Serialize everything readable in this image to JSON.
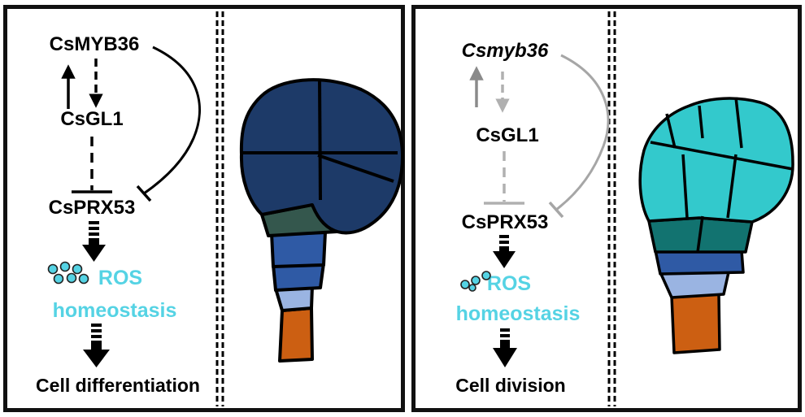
{
  "left": {
    "gene_top": "CsMYB36",
    "gene_mid": "CsGL1",
    "gene_low": "CsPRX53",
    "ros_line1": "ROS",
    "ros_line2": "homeostasis",
    "outcome": "Cell differentiation"
  },
  "right": {
    "gene_top": "Csmyb36",
    "gene_mid": "CsGL1",
    "gene_low": "CsPRX53",
    "ros_line1": "ROS",
    "ros_line2": "homeostasis",
    "outcome": "Cell division"
  },
  "colors": {
    "ros": "#55d3e4",
    "embryo_left_head": "#1d3a68",
    "embryo_right_head": "#33c9cc",
    "hypophysis_left": "#34574d",
    "hypophysis_right": "#127370",
    "suspensor_blue": "#2f5aa5",
    "suspensor_light": "#9ab4e2",
    "suspensor_base": "#cc5f12",
    "faded": "#a6a6a6"
  }
}
